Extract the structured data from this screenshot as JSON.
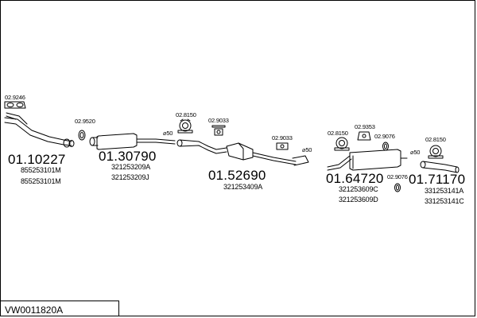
{
  "colors": {
    "line": "#000000",
    "background": "#ffffff"
  },
  "diagram_code": "VW0011820A",
  "parts": [
    {
      "number": "01.10227",
      "refs": [
        "855253101M",
        "855253101M"
      ]
    },
    {
      "number": "01.30790",
      "refs": [
        "321253209A",
        "321253209J"
      ]
    },
    {
      "number": "01.52690",
      "refs": [
        "321253409A"
      ]
    },
    {
      "number": "01.64720",
      "refs": [
        "321253609C",
        "321253609D"
      ]
    },
    {
      "number": "01.71170",
      "refs": [
        "331253141A",
        "331253141C"
      ]
    }
  ],
  "accessories": [
    {
      "code": "02.9246",
      "icon": "gasket-icon"
    },
    {
      "code": "02.9520",
      "icon": "ring-gasket-icon"
    },
    {
      "code": "02.8150",
      "icon": "clamp-icon"
    },
    {
      "code": "02.9033",
      "icon": "rubber-mount-icon"
    },
    {
      "code": "02.9033",
      "icon": "rubber-mount-icon"
    },
    {
      "code": "02.8150",
      "icon": "clamp-icon"
    },
    {
      "code": "02.9353",
      "icon": "rubber-mount-icon"
    },
    {
      "code": "02.9076",
      "icon": "rubber-ring-icon"
    },
    {
      "code": "02.9076",
      "icon": "rubber-ring-icon"
    },
    {
      "code": "02.8150",
      "icon": "clamp-icon"
    }
  ],
  "diameters": [
    "⌀50",
    "⌀50",
    "⌀50"
  ]
}
